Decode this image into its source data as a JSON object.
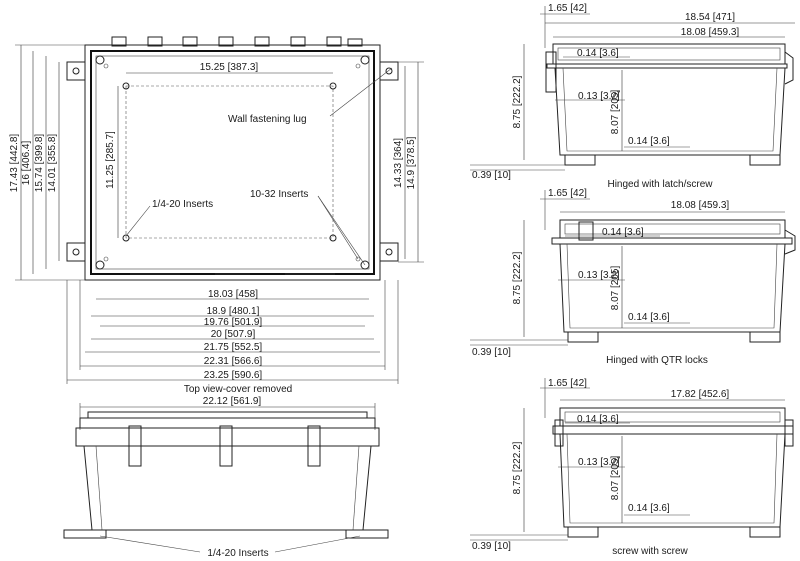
{
  "top_view": {
    "caption": "Top view-cover removed",
    "widths": [
      "15.25 [387.3]",
      "18.03 [458]",
      "18.9 [480.1]",
      "19.76 [501.9]",
      "20 [507.9]",
      "21.75 [552.5]",
      "22.31 [566.6]",
      "23.25 [590.6]"
    ],
    "heights_left": [
      "17.43 [442.8]",
      "16 [406.4]",
      "15.74 [399.8]",
      "14.01 [355.8]"
    ],
    "inner_height": "11.25 [285.7]",
    "heights_right": [
      "14.33 [364]",
      "14.9 [378.5]"
    ],
    "callouts": {
      "wall_lug": "Wall fastening lug",
      "inserts_quarter": "1/4-20 Inserts",
      "inserts_10_32": "10-32 Inserts"
    }
  },
  "front_view": {
    "overall_width": "22.12 [561.9]",
    "inserts": "1/4-20 Inserts"
  },
  "side_views": [
    {
      "caption": "Hinged with latch/screw",
      "top_offset": "1.65 [42]",
      "overall_width": "18.54 [471]",
      "inner_width": "18.08 [459.3]",
      "wall_top": "0.14 [3.6]",
      "wall_side": "0.13 [3.2]",
      "wall_bottom": "0.14 [3.6]",
      "height": "8.75 [222.2]",
      "inner_height": "8.07 [205]",
      "foot": "0.39 [10]"
    },
    {
      "caption": "Hinged with QTR locks",
      "top_offset": "1.65 [42]",
      "inner_width": "18.08 [459.3]",
      "wall_top": "0.14 [3.6]",
      "wall_side": "0.13 [3.2]",
      "wall_bottom": "0.14 [3.6]",
      "height": "8.75 [222.2]",
      "inner_height": "8.07 [205]",
      "foot": "0.39 [10]"
    },
    {
      "caption": "screw with screw",
      "top_offset": "1.65 [42]",
      "inner_width": "17.82 [452.6]",
      "wall_top": "0.14 [3.6]",
      "wall_side": "0.13 [3.2]",
      "wall_bottom": "0.14 [3.6]",
      "height": "8.75 [222.2]",
      "inner_height": "8.07 [205]",
      "foot": "0.39 [10]"
    }
  ]
}
